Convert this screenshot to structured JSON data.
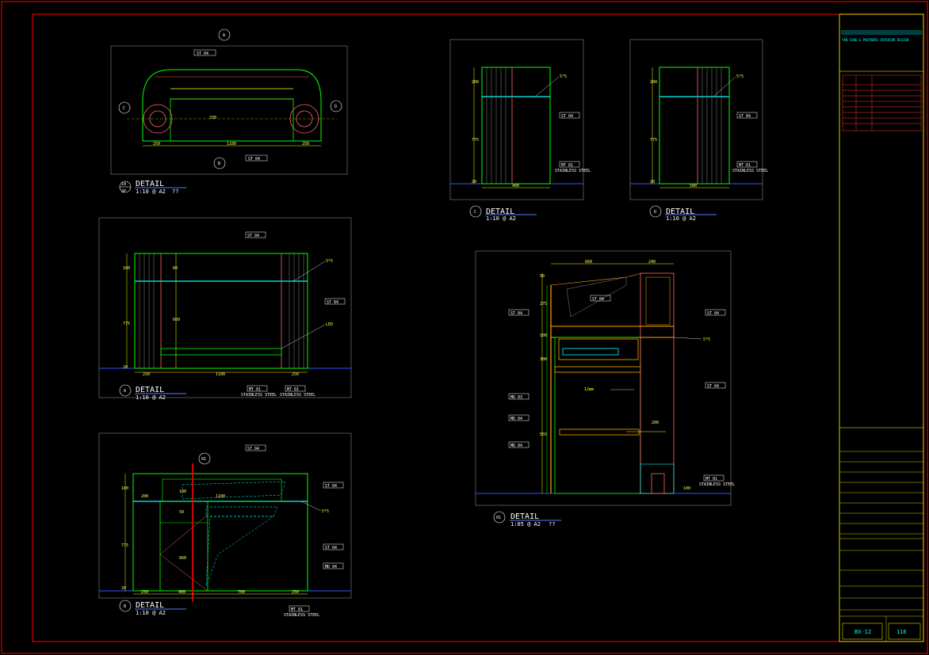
{
  "details": {
    "d10": {
      "number": "10",
      "ref": "JP"
    },
    "dA": {
      "number": "A"
    },
    "dB": {
      "number": "B"
    },
    "dC": {
      "number": "C"
    },
    "dD": {
      "number": "D"
    },
    "d01": {
      "number": "01"
    },
    "word": "DETAIL",
    "scale10": "1:10 @ A2",
    "scale05": "1:05 @ A2",
    "qmarks": "??"
  },
  "tags": {
    "st04": "ST 04",
    "mt01": "MT 01",
    "md03": "MD 03",
    "md04": "MD 04",
    "stainless": "STAINLESS STEEL"
  },
  "dims": {
    "v10": {
      "left": "250",
      "mid": "1100",
      "right": "250",
      "h": "330"
    },
    "vA": {
      "w1": "250",
      "w2": "1100",
      "w3": "250",
      "h1": "100",
      "h2": "775",
      "h3": "20",
      "h4": "660",
      "h5": "80"
    },
    "vB": {
      "w0": "200",
      "w1": "250",
      "w2": "400",
      "w3": "700",
      "w4": "250",
      "h1": "100",
      "h2": "775",
      "h3": "20",
      "wm": "1100",
      "hm": "100",
      "hm2": "660",
      "hb": "50"
    },
    "vC": {
      "w": "400",
      "h1": "200",
      "h2": "775",
      "h3": "20"
    },
    "vD": {
      "w": "500",
      "h1": "200",
      "h2": "775",
      "h3": "20"
    },
    "v01": {
      "w1": "660",
      "w2": "240",
      "h1": "50",
      "h2": "275",
      "h3": "100",
      "h4": "300",
      "h5": "555",
      "w3": "200",
      "h6": "100"
    }
  },
  "notes": {
    "n515": "5*5",
    "nLED": "LED",
    "n12mm": "12mm",
    "nBox": "",
    "nTop": "",
    "nGrn": ""
  },
  "titleblock": {
    "company": "",
    "company_en": "YAN XING & PARTNERS INTERIOR DESIGN",
    "tel": "",
    "fax": "",
    "web": "",
    "rev_hdr": "",
    "drawing_no_label": "",
    "sheet_code": "BX-12",
    "sheet_num": "116",
    "bottom_note": ""
  }
}
